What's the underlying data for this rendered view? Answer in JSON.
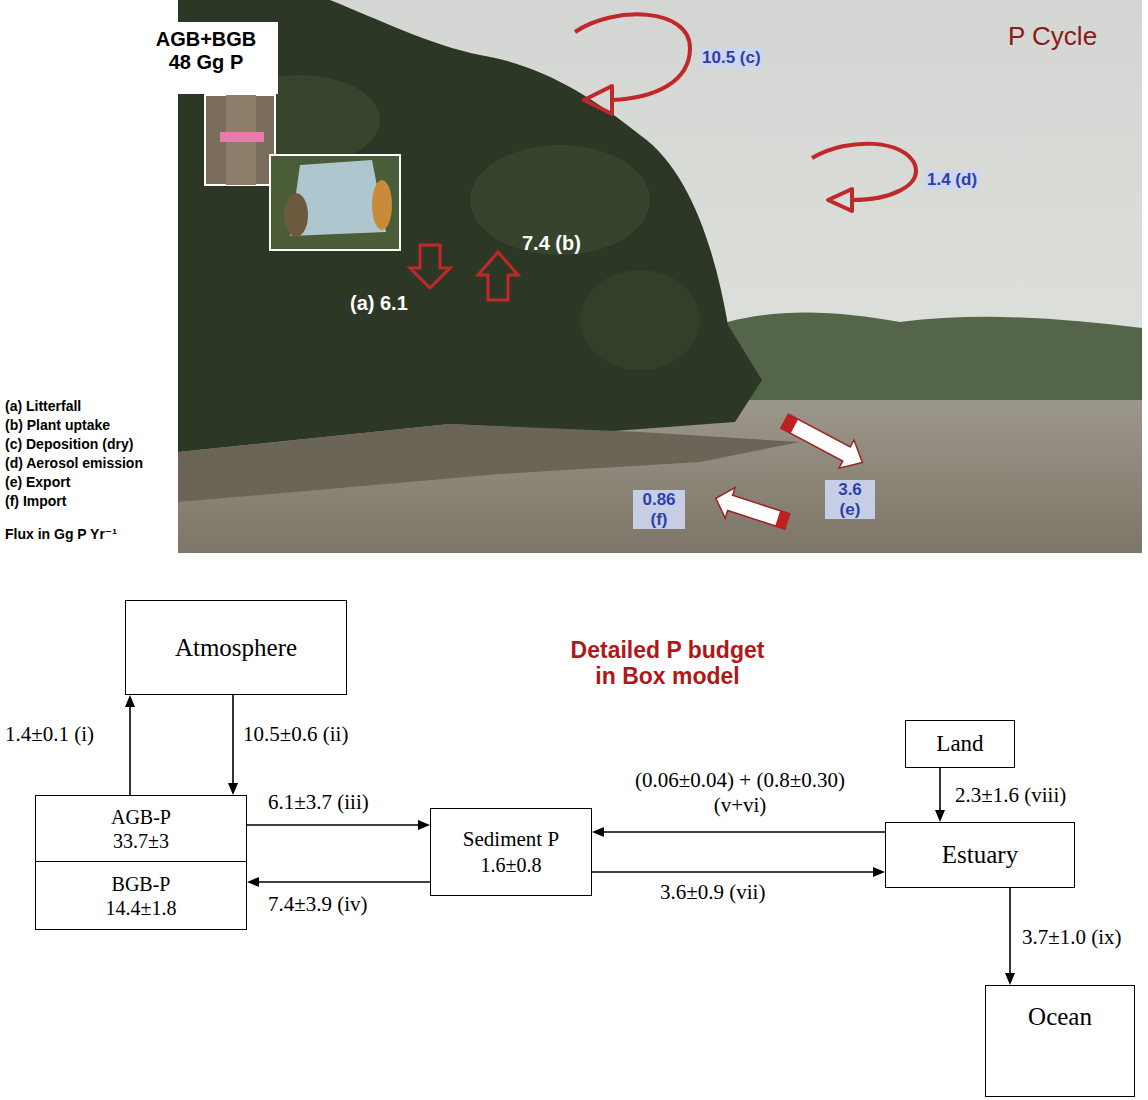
{
  "diagram": {
    "title": "Detailed P budget in Box model",
    "nodes": [
      {
        "text": [
          "Atmosphere"
        ]
      },
      {
        "text": [
          "AGB-P",
          "33.7±3"
        ]
      },
      {
        "text": [
          "BGB-P",
          "14.4±1.8"
        ]
      },
      {
        "text": [
          "Sediment P",
          "1.6±0.8"
        ]
      },
      {
        "text": [
          "Land"
        ]
      },
      {
        "text": [
          "Estuary"
        ]
      },
      {
        "text": [
          "Ocean"
        ]
      }
    ],
    "edges": [
      {
        "from": 1,
        "to": 0,
        "arrow": "to",
        "label": "1.4±0.1 (i)"
      },
      {
        "from": 0,
        "to": 1,
        "arrow": "to",
        "label": "10.5±0.6 (ii)"
      },
      {
        "from": 1,
        "to": 3,
        "arrow": "to",
        "label": "6.1±3.7 (iii)"
      },
      {
        "from": 3,
        "to": 2,
        "arrow": "to",
        "label": "7.4±3.9 (iv)"
      },
      {
        "from": 5,
        "to": 3,
        "arrow": "to",
        "label": "(0.06±0.04) + (0.8±0.30) (v+vi)"
      },
      {
        "from": 3,
        "to": 5,
        "arrow": "to",
        "label": "3.6±0.9 (vii)"
      },
      {
        "from": 4,
        "to": 5,
        "arrow": "to",
        "label": "2.3±1.6 (viii)"
      },
      {
        "from": 5,
        "to": 6,
        "arrow": "to",
        "label": "3.7±1.0 (ix)"
      }
    ],
    "labels": [
      "P Cycle",
      "AGB+BGB 48 Gg P",
      "10.5 (c)",
      "1.4 (d)",
      "7.4 (b)",
      "(a) 6.1",
      "3.6 (e)",
      "0.86 (f)",
      "(a) Litterfall",
      "(b) Plant uptake",
      "(c) Deposition (dry)",
      "(d) Aerosol emission",
      "(e) Export",
      "(f) Import",
      "Flux in Gg P Yr⁻¹"
    ]
  }
}
